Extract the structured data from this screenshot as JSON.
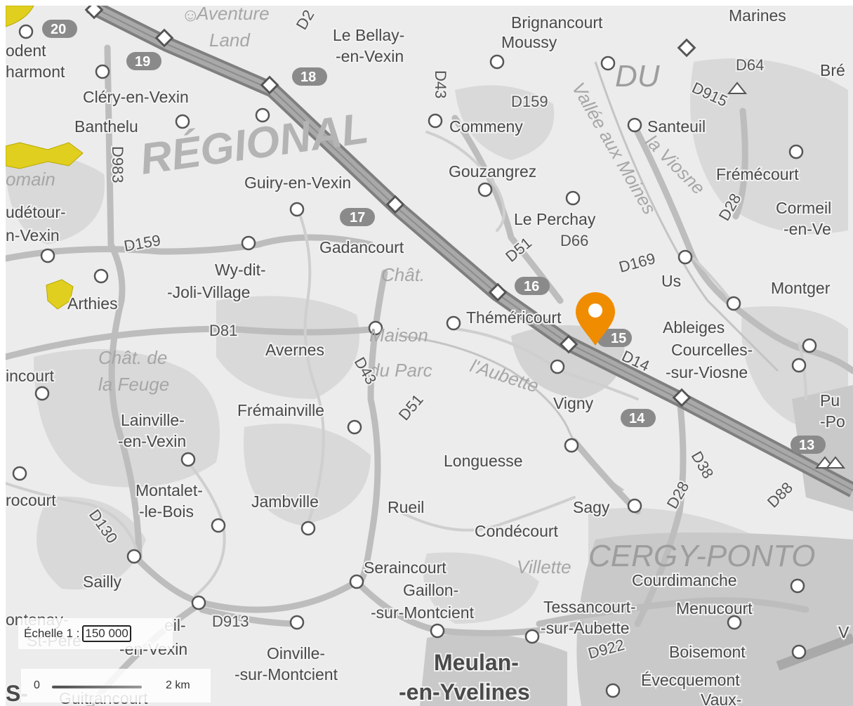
{
  "map": {
    "region_labels": [
      "RÉGIONAL",
      "DU"
    ],
    "top_right_label": "Marines",
    "places": [
      "Aventure Land",
      "Le Bellay-en-Vexin",
      "Brignancourt",
      "Moussy",
      "Bré",
      "Dodent",
      "Charmont",
      "Cléry-en-Vexin",
      "Banthelu",
      "Commeny",
      "Santeuil",
      "Gouzangrez",
      "Frémécourt",
      "Guiry-en-Vexin",
      "Le Perchay",
      "Cormeil-en-Vexin",
      "Audétour-en-Vexin",
      "Gadancourt",
      "Us",
      "Wy-dit-Joli-Village",
      "Montgeroult",
      "Arthies",
      "Théméricourt",
      "Ableiges",
      "Avernes",
      "Courcelles-sur-Viosne",
      "Aincourt",
      "Vigny",
      "Lainville-en-Vexin",
      "Frémainville",
      "Puiseux-Pontoise",
      "Longuesse",
      "Frocourt",
      "Montalet-le-Bois",
      "Jambville",
      "Rueil",
      "Sagy",
      "Condécourt",
      "Sailly",
      "Seraincourt",
      "Gaillon-sur-Montcient",
      "Courdimanche",
      "Tessancourt-sur-Aubette",
      "Menucourt",
      "Fontenay-St-Père",
      "Brueil-en-Vexin",
      "Oinville-sur-Montcient",
      "Boisemont",
      "Meulan-en-Yvelines",
      "Évecquemont",
      "Vaux-sur-Seine",
      "Guitrancourt",
      "CERGY-PONTOISE"
    ],
    "features": [
      "Romain",
      "Châtde la Feuge",
      "Château",
      "Maison du Parc",
      "l'Aubette",
      "Vallée aux Moines",
      "la Viosne",
      "Villette"
    ],
    "roads": [
      "D983",
      "D159",
      "D81",
      "D43",
      "D51",
      "D913",
      "D130",
      "D66",
      "D169",
      "D14",
      "D28",
      "D38",
      "D88",
      "D922",
      "D915",
      "D64"
    ],
    "highway_exits": [
      "20",
      "19",
      "18",
      "17",
      "16",
      "15",
      "14",
      "13"
    ],
    "marker": {
      "name": "location-pin",
      "color": "#f08c00"
    },
    "colors": {
      "background": "#ececec",
      "forest": "#d7d7d7",
      "urban": "#c8c8c8",
      "highway": "#909090",
      "road": "#bdbdbd",
      "exit_badge": "#8a8a8a",
      "accent_yellow": "#e0cf1e"
    }
  },
  "scale": {
    "prefix": "Échelle 1 :",
    "ratio": "150 000",
    "zero": "0",
    "distance": "2 km"
  }
}
